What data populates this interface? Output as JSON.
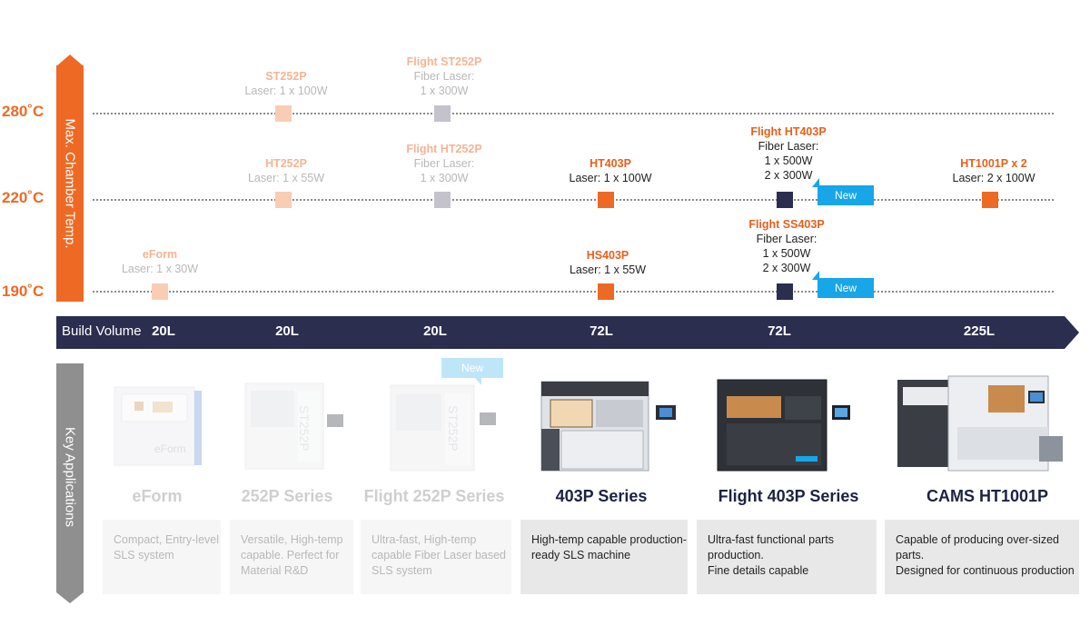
{
  "axes": {
    "temp_title": "Max. Chamber Temp.",
    "apps_title": "Key Applications",
    "temps": [
      "280˚C",
      "220˚C",
      "190˚C"
    ],
    "volume_title": "Build Volume",
    "volumes": [
      "20L",
      "20L",
      "20L",
      "72L",
      "72L",
      "225L"
    ]
  },
  "models": {
    "st252p": {
      "name": "ST252P",
      "spec": [
        "Laser: 1 x 100W"
      ]
    },
    "flight_st252p": {
      "name": "Flight ST252P",
      "spec": [
        "Fiber Laser:",
        "1 x 300W"
      ]
    },
    "ht252p": {
      "name": "HT252P",
      "spec": [
        "Laser: 1 x 55W"
      ]
    },
    "flight_ht252p": {
      "name": "Flight HT252P",
      "spec": [
        "Fiber Laser:",
        "1 x 300W"
      ]
    },
    "ht403p": {
      "name": "HT403P",
      "spec": [
        "Laser: 1 x 100W"
      ]
    },
    "flight_ht403p": {
      "name": "Flight HT403P",
      "spec": [
        "Fiber Laser:",
        "1 x 500W",
        "2 x 300W"
      ]
    },
    "ht1001p": {
      "name": "HT1001P x 2",
      "spec": [
        "Laser: 2 x 100W"
      ]
    },
    "eform": {
      "name": "eForm",
      "spec": [
        "Laser: 1 x 30W"
      ]
    },
    "hs403p": {
      "name": "HS403P",
      "spec": [
        "Laser: 1 x 55W"
      ]
    },
    "flight_ss403p": {
      "name": "Flight SS403P",
      "spec": [
        "Fiber Laser:",
        "1 x 500W",
        "2 x 300W"
      ]
    }
  },
  "badges": {
    "new": "New"
  },
  "colors": {
    "orange": "#ee6a24",
    "orange_faded": "#f9cdb5",
    "navy": "#2b2e4f",
    "grey_faded": "#c4c2cc",
    "new_blue": "#17a6e8"
  },
  "series": [
    {
      "title": "eForm",
      "desc": [
        "Compact, Entry-level",
        "SLS system"
      ]
    },
    {
      "title": "252P Series",
      "desc": [
        "Versatile, High-temp",
        "capable. Perfect for",
        "Material R&D"
      ]
    },
    {
      "title": "Flight 252P Series",
      "desc": [
        "Ultra-fast, High-temp",
        "capable Fiber Laser based",
        "SLS system"
      ]
    },
    {
      "title": "403P Series",
      "desc": [
        "High-temp capable production-",
        "ready SLS machine"
      ]
    },
    {
      "title": "Flight 403P Series",
      "desc": [
        "Ultra-fast functional parts",
        "production.",
        "Fine details capable"
      ]
    },
    {
      "title": "CAMS HT1001P",
      "desc": [
        "Capable of producing over-sized",
        "parts.",
        "Designed for continuous production"
      ]
    }
  ],
  "machine_labels": {
    "eform": "eForm",
    "st252p": "ST252P",
    "flight252p": "ST252P"
  }
}
